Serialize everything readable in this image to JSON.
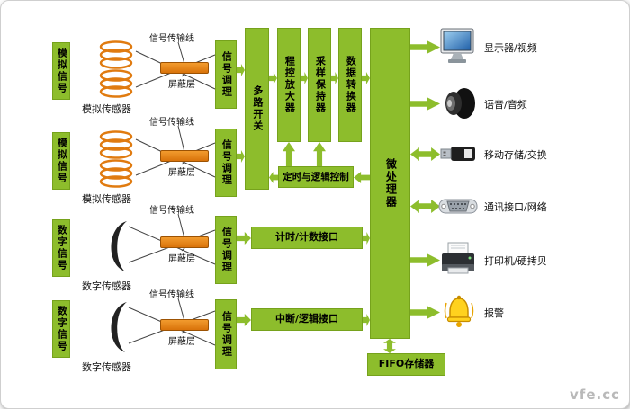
{
  "groups": [
    {
      "signal": "模拟信号",
      "sensor_label": "模拟传感器",
      "line_label": "信号传输线",
      "shield_label": "屏蔽层",
      "conditioning": "信号调理"
    },
    {
      "signal": "模拟信号",
      "sensor_label": "模拟传感器",
      "line_label": "信号传输线",
      "shield_label": "屏蔽层",
      "conditioning": "信号调理"
    },
    {
      "signal": "数字信号",
      "sensor_label": "数字传感器",
      "line_label": "信号传输线",
      "shield_label": "屏蔽层",
      "conditioning": "信号调理"
    },
    {
      "signal": "数字信号",
      "sensor_label": "数字传感器",
      "line_label": "信号传输线",
      "shield_label": "屏蔽层",
      "conditioning": "信号调理"
    }
  ],
  "blocks": {
    "multiplexer": "多路开关",
    "prog_amplifier": "程控放大器",
    "sample_hold": "采样保持器",
    "data_converter": "数据转换器",
    "timing_logic": "定时与逻辑控制",
    "microprocessor": "微处理器",
    "timer_counter_interface": "计时/计数接口",
    "interrupt_logic_interface": "中断/逻辑接口",
    "fifo_memory": "FIFO存储器"
  },
  "outputs": [
    {
      "icon": "monitor-icon",
      "label": "显示器/视频",
      "direction": "out"
    },
    {
      "icon": "speaker-icon",
      "label": "语音/音频",
      "direction": "out"
    },
    {
      "icon": "usb-drive-icon",
      "label": "移动存储/交换",
      "direction": "bidirectional"
    },
    {
      "icon": "serial-port-icon",
      "label": "通讯接口/网络",
      "direction": "bidirectional"
    },
    {
      "icon": "printer-icon",
      "label": "打印机/硬拷贝",
      "direction": "out"
    },
    {
      "icon": "alarm-bell-icon",
      "label": "报警",
      "direction": "out"
    }
  ],
  "watermark": "vfe.cc",
  "colors": {
    "block_green": "#8dbd2c",
    "shield_orange": "#e8820c",
    "coil_orange": "#e07b10",
    "bell_yellow": "#ffd21e"
  }
}
